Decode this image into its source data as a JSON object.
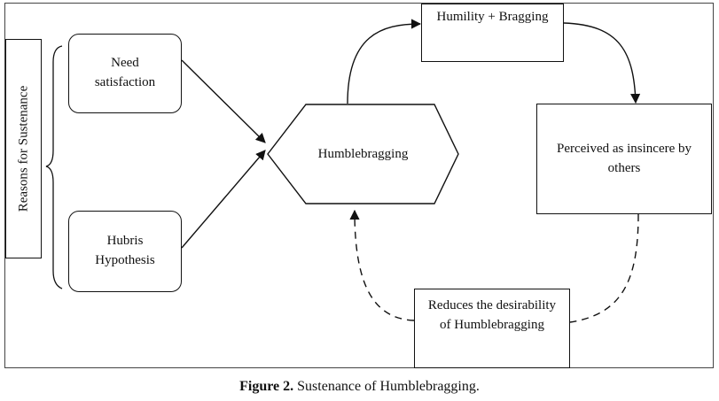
{
  "diagram": {
    "side_label": "Reasons for Sustenance",
    "nodes": {
      "need_satisfaction": "Need\nsatisfaction",
      "hubris_hypothesis": "Hubris\nHypothesis",
      "humblebragging": "Humblebragging",
      "humility_bragging": "Humility + Bragging",
      "perceived_insincere": "Perceived as insincere by\nothers",
      "reduces_desirability": "Reduces the desirability\nof Humblebragging"
    }
  },
  "caption": {
    "label": "Figure 2.",
    "text": " Sustenance of Humblebragging."
  }
}
